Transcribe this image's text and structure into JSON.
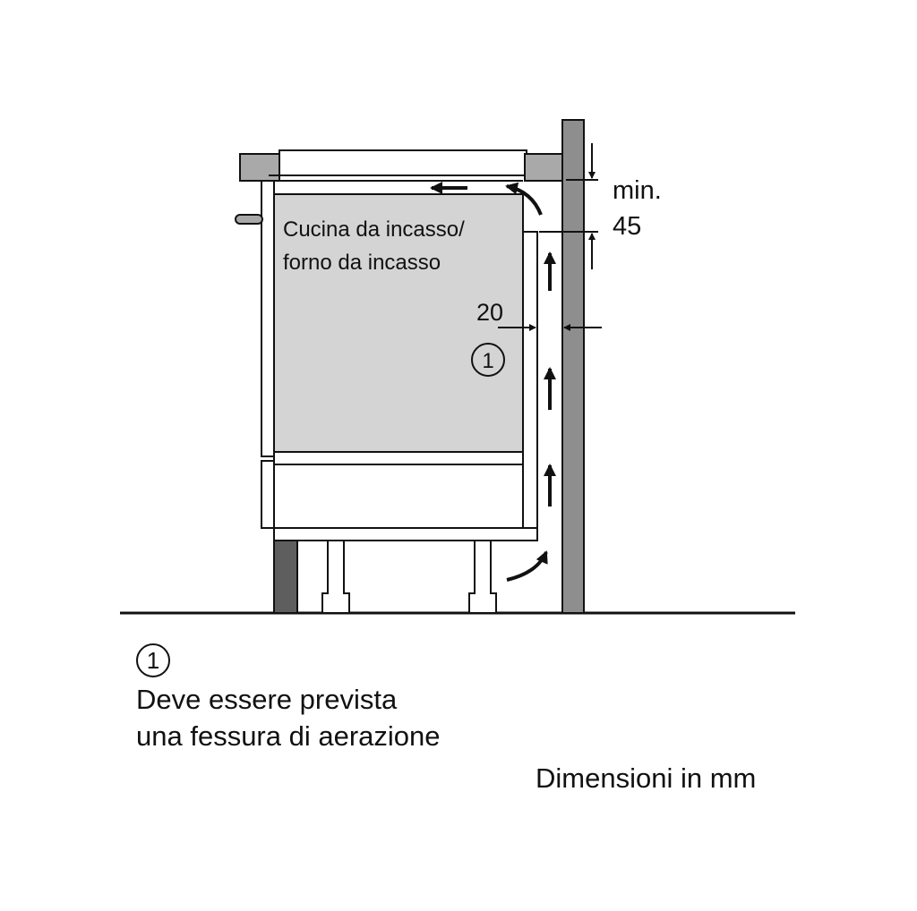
{
  "appliance_label_line1": "Cucina da incasso/",
  "appliance_label_line2": "forno da incasso",
  "dim_min_label": "min.",
  "dim_min_value": "45",
  "dim_gap_value": "20",
  "marker_number": "1",
  "legend": {
    "marker": "1",
    "line1": "Deve essere prevista",
    "line2": "una fessura di aerazione"
  },
  "units_note": "Dimensioni in mm",
  "colors": {
    "line": "#111111",
    "appliance_fill": "#d4d4d4",
    "wall_fill": "#8e8e8e",
    "plinth_fill": "#5e5e5e",
    "hob_fill": "#a9a9a9"
  }
}
